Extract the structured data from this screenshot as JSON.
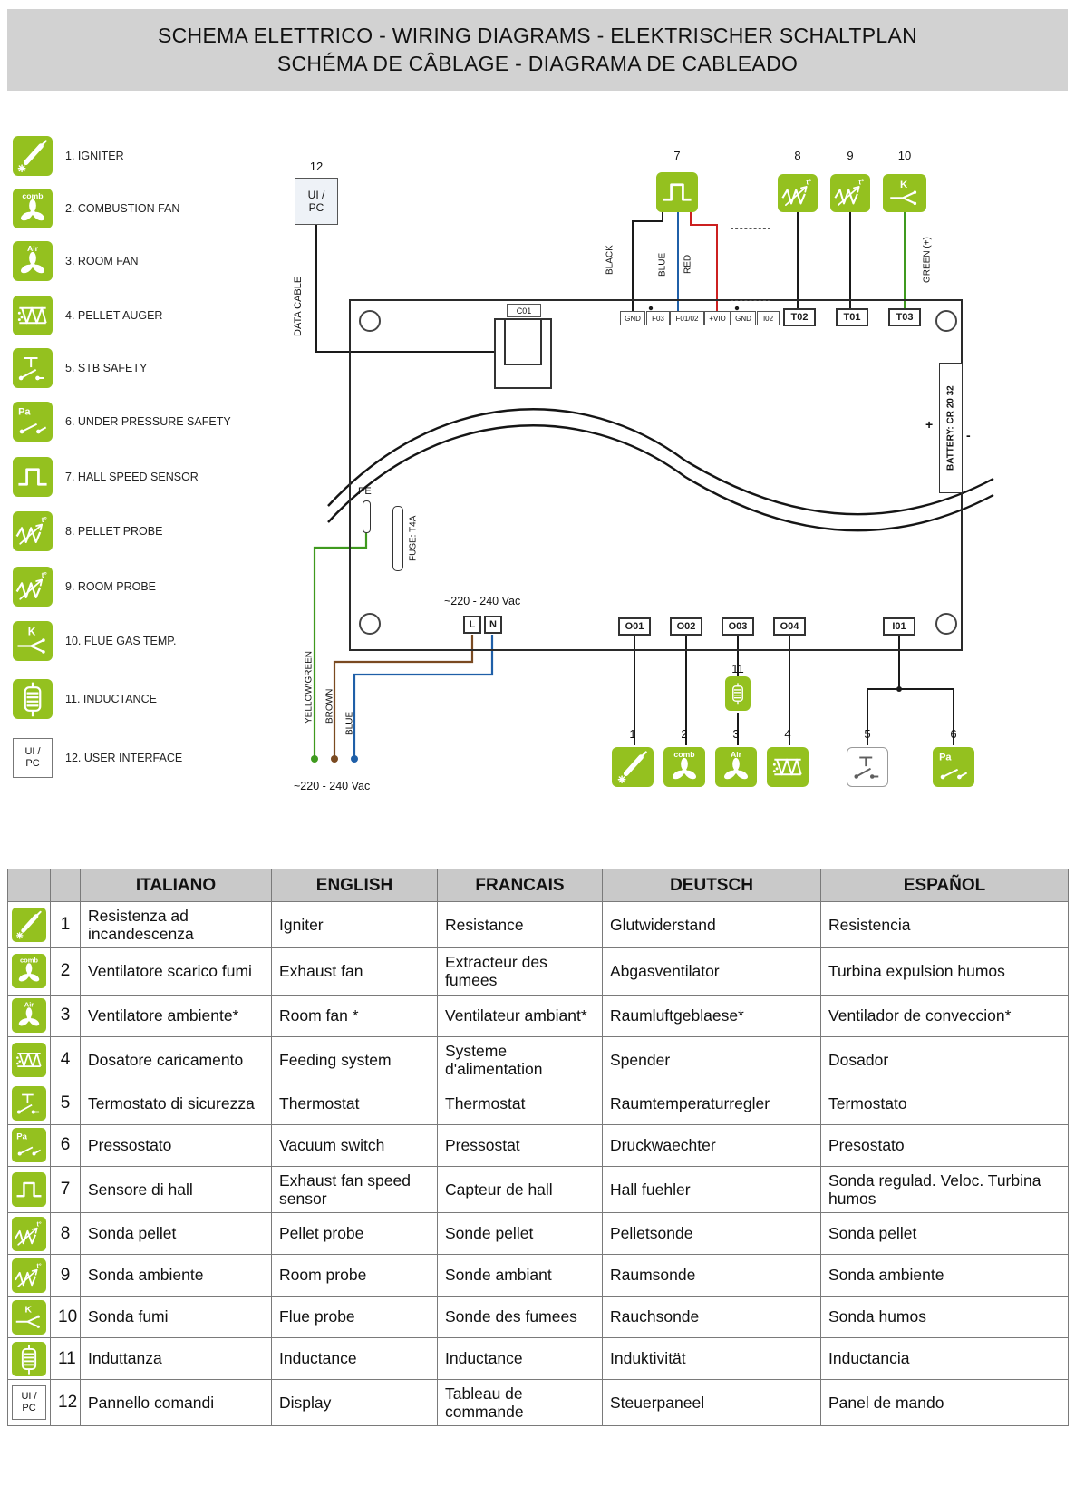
{
  "colors": {
    "accent_green": "#94c11f",
    "page_header_bg": "#d2d2d2",
    "table_header_bg": "#c9c9c9",
    "wire_black": "#1a1a1a",
    "wire_blue": "#1f5fa8",
    "wire_red": "#cc2020",
    "wire_green": "#3f9a1e",
    "wire_brown": "#7a4a21"
  },
  "icon_labels": {
    "comb": "comb",
    "air": "Air",
    "pa": "Pa",
    "k": "K",
    "t_deg": "t°",
    "uipc": "UI /\nPC"
  },
  "header": {
    "line1": "SCHEMA ELETTRICO - WIRING DIAGRAMS - ELEKTRISCHER SCHALTPLAN",
    "line2": "SCHÉMA DE CÂBLAGE - DIAGRAMA DE CABLEADO"
  },
  "legend": {
    "items": [
      {
        "num": "1.",
        "label": "IGNITER",
        "icon": "igniter-icon"
      },
      {
        "num": "2.",
        "label": "COMBUSTION FAN",
        "icon": "combustion-fan-icon"
      },
      {
        "num": "3.",
        "label": "ROOM FAN",
        "icon": "room-fan-icon"
      },
      {
        "num": "4.",
        "label": "PELLET AUGER",
        "icon": "pellet-auger-icon"
      },
      {
        "num": "5.",
        "label": "STB SAFETY",
        "icon": "stb-safety-icon"
      },
      {
        "num": "6.",
        "label": "UNDER PRESSURE SAFETY",
        "icon": "vacuum-switch-icon"
      },
      {
        "num": "7.",
        "label": "HALL SPEED SENSOR",
        "icon": "hall-sensor-icon"
      },
      {
        "num": "8.",
        "label": "PELLET PROBE",
        "icon": "pellet-probe-icon"
      },
      {
        "num": "9.",
        "label": "ROOM PROBE",
        "icon": "room-probe-icon"
      },
      {
        "num": "10.",
        "label": "FLUE GAS TEMP.",
        "icon": "flue-probe-icon"
      },
      {
        "num": "11.",
        "label": "INDUCTANCE",
        "icon": "inductance-icon"
      },
      {
        "num": "12.",
        "label": "USER INTERFACE",
        "icon": "ui-pc-icon"
      }
    ]
  },
  "diagram": {
    "ui_pc_num": "12",
    "ui_pc_label": "UI /\nPC",
    "data_cable": "DATA CABLE",
    "c01": "C01",
    "wire_labels": {
      "black": "BLACK",
      "blue": "BLUE",
      "red": "RED",
      "green": "GREEN (+)",
      "yellow_green": "YELLOW/GREEN",
      "brown": "BROWN",
      "blue_bottom": "BLUE"
    },
    "terminals_top": [
      "GND",
      "F03",
      "F01/02",
      "+VIO"
    ],
    "terminals_mid": [
      "GND",
      "I02"
    ],
    "t_boxes": [
      "T02",
      "T01",
      "T03"
    ],
    "sensor_nums_top": [
      "7",
      "8",
      "9",
      "10"
    ],
    "battery": "BATTERY: CR 20 32",
    "battery_plus": "+",
    "battery_minus": "-",
    "pe": "PE",
    "fuse": "FUSE: T4A",
    "mains_top": "~220 - 240 Vac",
    "l_label": "L",
    "n_label": "N",
    "outputs": [
      "O01",
      "O02",
      "O03",
      "O04"
    ],
    "input": "I01",
    "inductance_num": "11",
    "device_nums": [
      "1",
      "2",
      "3",
      "4",
      "5",
      "6"
    ],
    "mains_bottom": "~220 - 240 Vac"
  },
  "table": {
    "headers": [
      "ITALIANO",
      "ENGLISH",
      "FRANCAIS",
      "DEUTSCH",
      "ESPAÑOL"
    ],
    "rows": [
      {
        "num": "1",
        "icon": "igniter-icon",
        "it": "Resistenza ad incandescenza",
        "en": "Igniter",
        "fr": "Resistance",
        "de": "Glutwiderstand",
        "es": "Resistencia"
      },
      {
        "num": "2",
        "icon": "combustion-fan-icon",
        "it": "Ventilatore scarico fumi",
        "en": "Exhaust fan",
        "fr": "Extracteur des fumees",
        "de": "Abgasventilator",
        "es": "Turbina expulsion humos"
      },
      {
        "num": "3",
        "icon": "room-fan-icon",
        "it": "Ventilatore ambiente*",
        "en": "Room fan *",
        "fr": "Ventilateur ambiant*",
        "de": "Raumluftgeblaese*",
        "es": "Ventilador de conveccion*"
      },
      {
        "num": "4",
        "icon": "pellet-auger-icon",
        "it": "Dosatore caricamento",
        "en": "Feeding system",
        "fr": "Systeme d'alimentation",
        "de": "Spender",
        "es": "Dosador"
      },
      {
        "num": "5",
        "icon": "stb-safety-icon",
        "it": "Termostato di sicurezza",
        "en": "Thermostat",
        "fr": "Thermostat",
        "de": "Raumtemperaturregler",
        "es": "Termostato"
      },
      {
        "num": "6",
        "icon": "vacuum-switch-icon",
        "it": "Pressostato",
        "en": "Vacuum switch",
        "fr": "Pressostat",
        "de": "Druckwaechter",
        "es": "Presostato"
      },
      {
        "num": "7",
        "icon": "hall-sensor-icon",
        "it": "Sensore di hall",
        "en": "Exhaust fan speed sensor",
        "fr": "Capteur de hall",
        "de": "Hall fuehler",
        "es": "Sonda regulad. Veloc. Turbina humos"
      },
      {
        "num": "8",
        "icon": "pellet-probe-icon",
        "it": "Sonda pellet",
        "en": "Pellet probe",
        "fr": "Sonde pellet",
        "de": "Pelletsonde",
        "es": "Sonda pellet"
      },
      {
        "num": "9",
        "icon": "room-probe-icon",
        "it": "Sonda ambiente",
        "en": "Room probe",
        "fr": "Sonde ambiant",
        "de": "Raumsonde",
        "es": "Sonda ambiente"
      },
      {
        "num": "10",
        "icon": "flue-probe-icon",
        "it": "Sonda fumi",
        "en": "Flue probe",
        "fr": "Sonde des fumees",
        "de": "Rauchsonde",
        "es": "Sonda humos"
      },
      {
        "num": "11",
        "icon": "inductance-icon",
        "it": "Induttanza",
        "en": "Inductance",
        "fr": "Inductance",
        "de": "Induktivität",
        "es": "Inductancia"
      },
      {
        "num": "12",
        "icon": "ui-pc-icon",
        "it": "Pannello comandi",
        "en": "Display",
        "fr": "Tableau de commande",
        "de": "Steuerpaneel",
        "es": "Panel de mando"
      }
    ]
  }
}
